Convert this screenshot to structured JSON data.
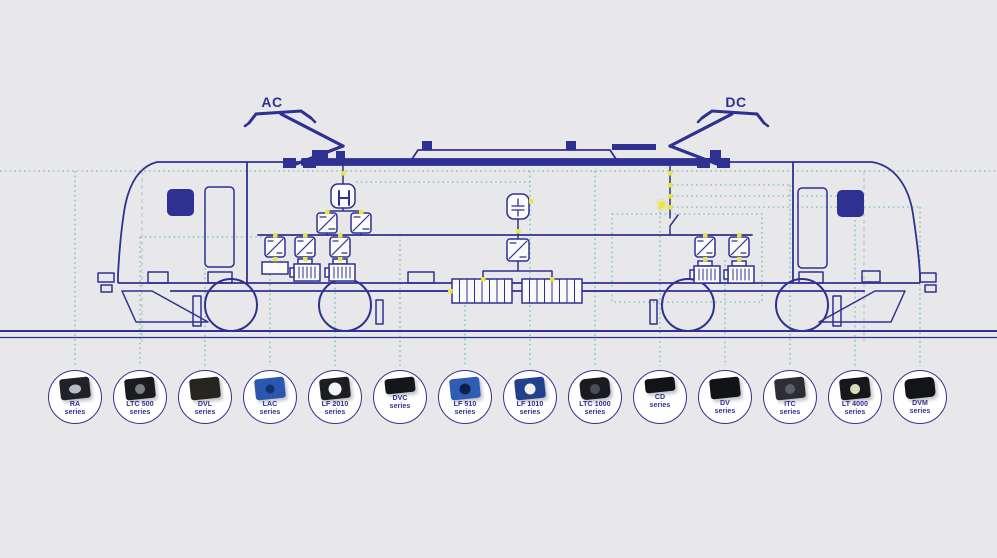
{
  "diagram": {
    "ac_pantograph_label": "AC",
    "dc_pantograph_label": "DC"
  },
  "colors": {
    "line_navy": "#2e3192",
    "routing_teal": "#74c3ab",
    "marker_yellow": "#e9e549",
    "background": "#e8e7e9",
    "product_ring": "#35338f",
    "label_text": "#2e3192"
  },
  "products": [
    {
      "name": "RA",
      "suffix": "series"
    },
    {
      "name": "LTC 500",
      "suffix": "series"
    },
    {
      "name": "DVL",
      "suffix": "series"
    },
    {
      "name": "LAC",
      "suffix": "series"
    },
    {
      "name": "LF 2010",
      "suffix": "series"
    },
    {
      "name": "DVC",
      "suffix": "series"
    },
    {
      "name": "LF 510",
      "suffix": "series"
    },
    {
      "name": "LF 1010",
      "suffix": "series"
    },
    {
      "name": "LTC 1000",
      "suffix": "series"
    },
    {
      "name": "CD",
      "suffix": "series"
    },
    {
      "name": "DV",
      "suffix": "series"
    },
    {
      "name": "ITC",
      "suffix": "series"
    },
    {
      "name": "LT 4000",
      "suffix": "series"
    },
    {
      "name": "DVM",
      "suffix": "series"
    }
  ]
}
